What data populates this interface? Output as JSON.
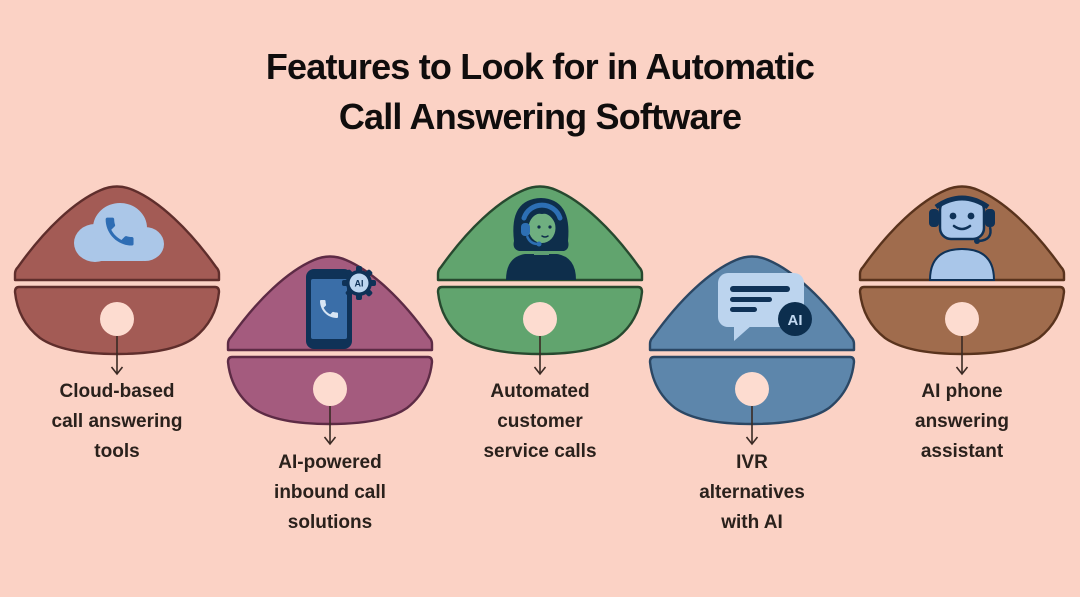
{
  "background": "#FBD2C5",
  "title": {
    "text": "Features to Look for in Automatic\nCall Answering Software",
    "color": "#100D0D"
  },
  "features": [
    {
      "id": "cloud-based",
      "label": "Cloud-based\ncall answering\ntools",
      "icon": "cloud-phone-icon",
      "fill": "#A35B55",
      "stroke": "#5F2E2C"
    },
    {
      "id": "ai-inbound",
      "label": "AI-powered\ninbound call\nsolutions",
      "icon": "phone-ai-gear-icon",
      "fill": "#A45B7E",
      "stroke": "#5D2B45",
      "badge": "AI"
    },
    {
      "id": "automated-service",
      "label": "Automated\ncustomer\nservice calls",
      "icon": "support-agent-icon",
      "fill": "#61A46E",
      "stroke": "#27492F"
    },
    {
      "id": "ivr-ai",
      "label": "IVR\nalternatives\nwith AI",
      "icon": "chat-ai-icon",
      "fill": "#5D86AB",
      "stroke": "#2B4764",
      "badge": "AI"
    },
    {
      "id": "ai-assistant",
      "label": "AI phone\nanswering\nassistant",
      "icon": "robot-headset-icon",
      "fill": "#A06C4D",
      "stroke": "#59331D"
    }
  ],
  "accents": {
    "circle": "#FDDCD0",
    "arrow": "#3A2A24",
    "label_color": "#2A211C",
    "icon_light_blue": "#ABC7E8",
    "icon_navy": "#0F3257",
    "icon_blue": "#2E6DB4"
  }
}
